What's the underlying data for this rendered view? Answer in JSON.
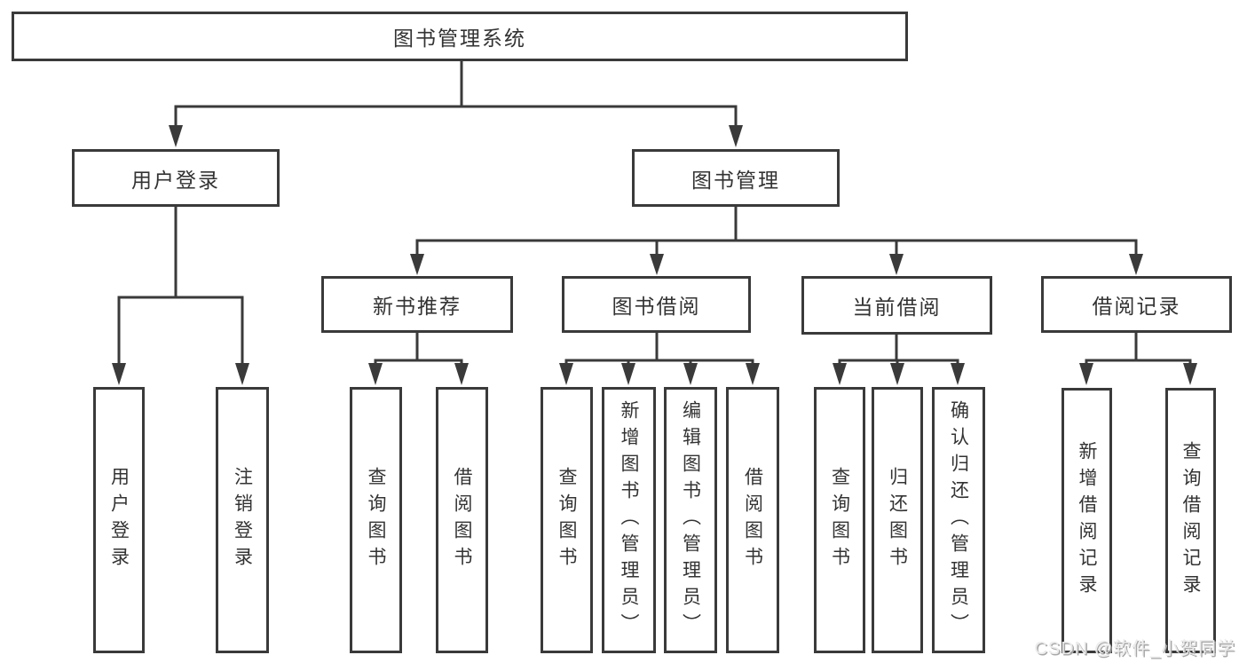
{
  "diagram": {
    "root": "图书管理系统",
    "level2": {
      "user_login": "用户登录",
      "book_management": "图书管理"
    },
    "level3": {
      "new_book_recommend": "新书推荐",
      "book_borrow": "图书借阅",
      "current_borrow": "当前借阅",
      "borrow_records": "借阅记录"
    },
    "leaves": {
      "user_login": "用户登录",
      "logout": "注销登录",
      "rec_query_books": "查询图书",
      "rec_borrow_books": "借阅图书",
      "bb_query_books": "查询图书",
      "bb_add_books": "新增图书（管理员）",
      "bb_edit_books": "编辑图书（管理员）",
      "bb_borrow_books": "借阅图书",
      "cb_query_books": "查询图书",
      "cb_return_books": "归还图书",
      "cb_confirm_return": "确认归还（管理员）",
      "br_add_record": "新增借阅记录",
      "br_query_record": "查询借阅记录"
    },
    "watermark": "CSDN @软件_小贺同学",
    "colors": {
      "line": "#3a3a3a",
      "text": "#333333",
      "background": "#ffffff",
      "watermark": "#d6d6d6"
    }
  }
}
